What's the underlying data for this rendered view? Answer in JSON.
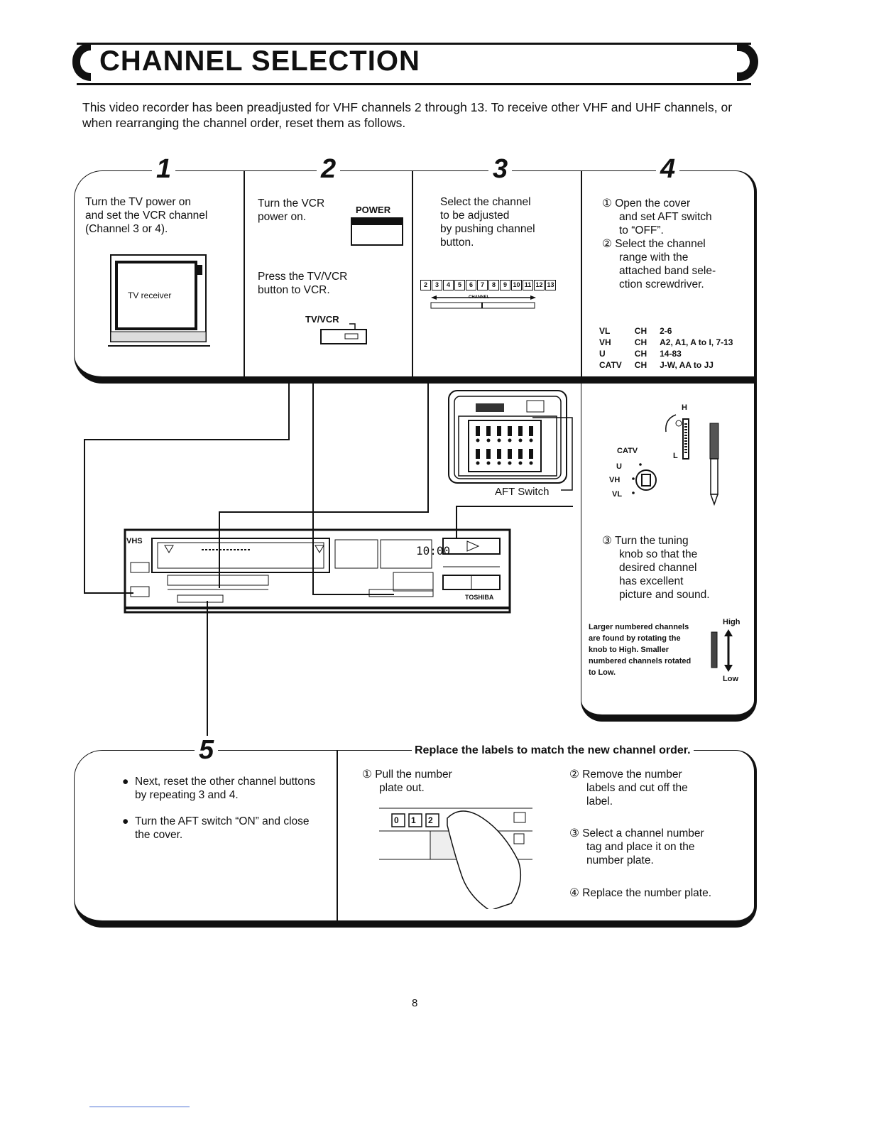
{
  "header": {
    "title": "CHANNEL SELECTION"
  },
  "intro": "This video recorder has been preadjusted for VHF channels 2 through 13. To receive other VHF and UHF channels, or when rearranging the channel order, reset them as follows.",
  "steps": [
    {
      "num": "1",
      "text": [
        "Turn the TV power on",
        "and set the VCR channel",
        "(Channel 3 or 4)."
      ],
      "figure_label": "TV receiver"
    },
    {
      "num": "2",
      "text_a": [
        "Turn the VCR",
        "power on."
      ],
      "power_label": "POWER",
      "text_b": [
        "Press the TV/VCR",
        "button to VCR."
      ],
      "tvvcr_label": "TV/VCR"
    },
    {
      "num": "3",
      "text": [
        "Select the channel",
        "to be adjusted",
        "by pushing channel",
        "button."
      ],
      "buttons": [
        "2",
        "3",
        "4",
        "5",
        "6",
        "7",
        "8",
        "9",
        "10",
        "11",
        "12",
        "13"
      ],
      "strip_label": "CHANNEL"
    },
    {
      "num": "4",
      "sub1": {
        "mark": "①",
        "lines": [
          "Open the cover",
          "and set AFT switch",
          "to “OFF”."
        ]
      },
      "sub2": {
        "mark": "②",
        "lines": [
          "Select the channel",
          "range with the",
          "attached band sele-",
          "ction screwdriver."
        ]
      },
      "bands": [
        {
          "band": "VL",
          "ch": "CH",
          "range": "2-6"
        },
        {
          "band": "VH",
          "ch": "CH",
          "range": "A2, A1, A to I, 7-13"
        },
        {
          "band": "U",
          "ch": "CH",
          "range": "14-83"
        },
        {
          "band": "CATV",
          "ch": "CH",
          "range": "J-W, AA to JJ"
        }
      ],
      "dial_labels": {
        "h": "H",
        "l": "L",
        "catv": "CATV",
        "u": "U",
        "vh": "VH",
        "vl": "VL"
      },
      "sub3": {
        "mark": "③",
        "lines": [
          "Turn the tuning",
          "knob so that the",
          "desired channel",
          "has excellent",
          "picture and sound."
        ]
      },
      "note": [
        "Larger numbered channels",
        "are found by rotating the",
        "knob to High. Smaller",
        "numbered channels rotated",
        "to Low."
      ],
      "high": "High",
      "low": "Low"
    }
  ],
  "aft_label": "AFT Switch",
  "vcr": {
    "brand": "TOSHIBA",
    "time": "10:00",
    "logo": "VHS"
  },
  "step5": {
    "num": "5",
    "heading": "Replace the labels to match the new channel order.",
    "bullets": [
      "Next, reset the other channel buttons by repeating 3 and 4.",
      "Turn the AFT switch “ON” and close the cover."
    ],
    "substeps": [
      {
        "mark": "①",
        "lines": [
          "Pull the number",
          "plate out."
        ]
      },
      {
        "mark": "②",
        "lines": [
          "Remove the number",
          "labels and cut off the",
          "label."
        ]
      },
      {
        "mark": "③",
        "lines": [
          "Select a channel number",
          "tag and place it on the",
          "number plate."
        ]
      },
      {
        "mark": "④",
        "lines": [
          "Replace the number plate."
        ]
      }
    ],
    "plate_digits": [
      "0",
      "1",
      "2"
    ]
  },
  "footer": {
    "page": "8"
  }
}
